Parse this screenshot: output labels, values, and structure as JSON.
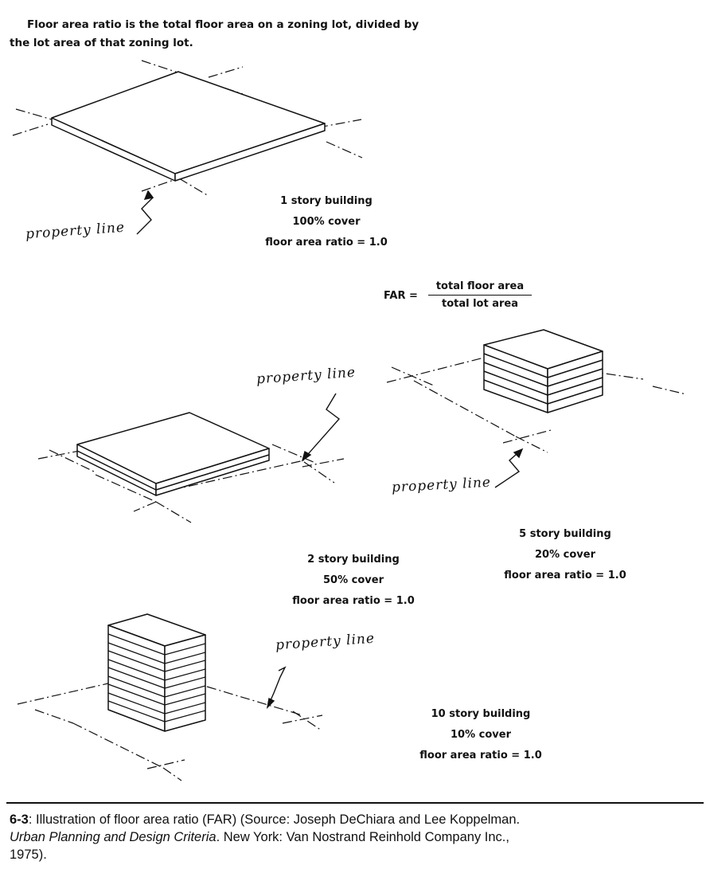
{
  "intro": {
    "line1": "Floor area ratio is the total floor area on a zoning lot, divided by",
    "line2": "the lot area of that zoning lot."
  },
  "handwritten": {
    "property_line": "property line"
  },
  "examples": [
    {
      "title": "1 story building",
      "cover": "100% cover",
      "ratio": "floor area ratio = 1.0"
    },
    {
      "title": "2 story building",
      "cover": "50% cover",
      "ratio": "floor area ratio = 1.0"
    },
    {
      "title": "5 story building",
      "cover": "20% cover",
      "ratio": "floor area ratio = 1.0"
    },
    {
      "title": "10 story building",
      "cover": "10% cover",
      "ratio": "floor area ratio = 1.0"
    }
  ],
  "formula": {
    "lhs": "FAR =",
    "numerator": "total floor area",
    "denominator": "total lot area"
  },
  "caption": {
    "number": "6-3",
    "text1": ": Illustration of floor area ratio (FAR) (Source: Joseph DeChiara and Lee Koppelman.",
    "italic": "Urban Planning and Design Criteria",
    "text2": ". New York: Van Nostrand Reinhold Company Inc.,",
    "text3": "1975)."
  }
}
